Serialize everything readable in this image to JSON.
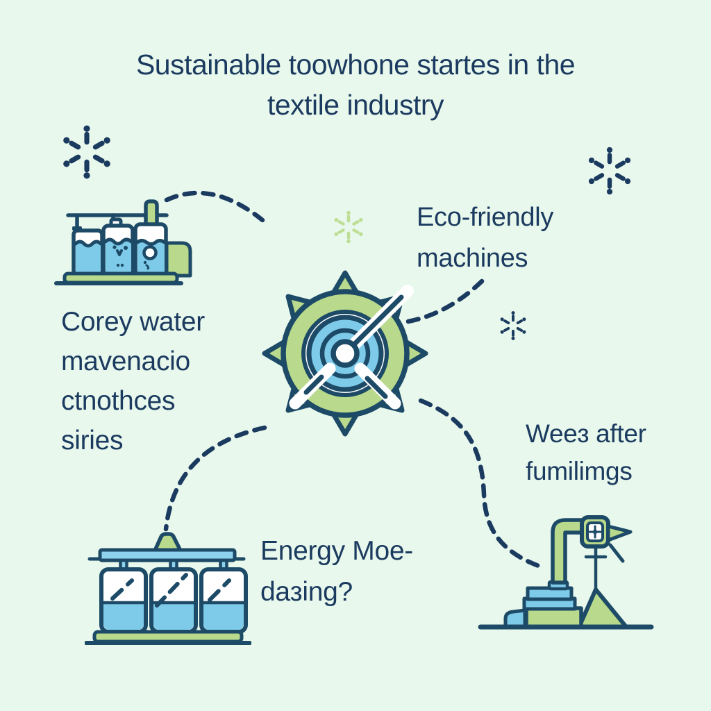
{
  "title": "Sustainable toowhone startes in the textile industry",
  "labels": {
    "water_conservation": "Corey water mavenacio ctnothces siries",
    "eco_machines": "Eco-friendly machines",
    "wees_after": "Weeɜ after fumilimgs",
    "energy": "Energy Moe-daзing?"
  },
  "colors": {
    "background": "#e8f8ec",
    "text_navy": "#1b3a5f",
    "outline_navy": "#1d4a66",
    "fill_blue": "#7ecbe9",
    "fill_blue_light": "#8fd2ee",
    "fill_green": "#b9d98c",
    "sparkle_green": "#bede96",
    "paper_white": "#ffffff"
  },
  "icons": {
    "top_left": "sparkle-icon",
    "top_right": "sparkle-icon",
    "center_small": "sparkle-icon",
    "mid_right_small": "sparkle-icon",
    "water_tanks": "water-treatment-tanks-icon",
    "center": "gear-target-icon",
    "dye_vats": "dye-vats-icon",
    "bottom_right": "textile-extruder-machine-icon"
  }
}
